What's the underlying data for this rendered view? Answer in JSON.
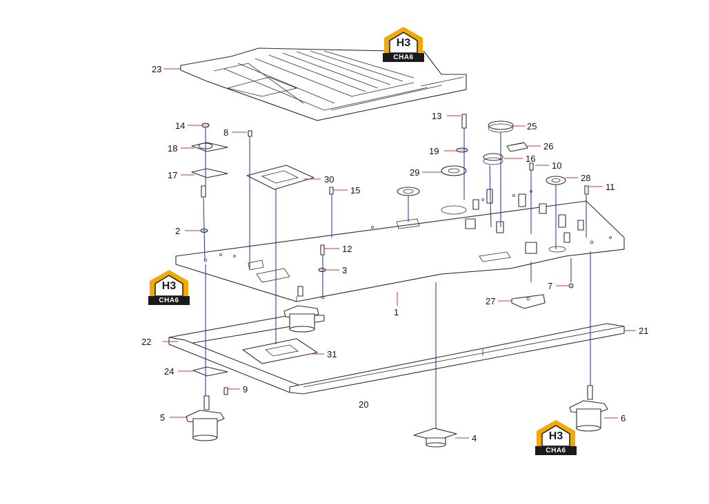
{
  "brand": {
    "logo_top": "H3",
    "logo_bottom": "CHA6",
    "accent_color": "#f2a900",
    "dark_color": "#1a1a1a"
  },
  "callouts": {
    "c1": "1",
    "c2": "2",
    "c3": "3",
    "c4": "4",
    "c5": "5",
    "c6": "6",
    "c7": "7",
    "c8": "8",
    "c9": "9",
    "c10": "10",
    "c11": "11",
    "c12": "12",
    "c13": "13",
    "c14": "14",
    "c15": "15",
    "c16": "16",
    "c17": "17",
    "c18": "18",
    "c19": "19",
    "c20": "20",
    "c21": "21",
    "c22": "22",
    "c23": "23",
    "c24": "24",
    "c25": "25",
    "c26": "26",
    "c27": "27",
    "c28": "28",
    "c29": "29",
    "c30": "30",
    "c31": "31"
  }
}
